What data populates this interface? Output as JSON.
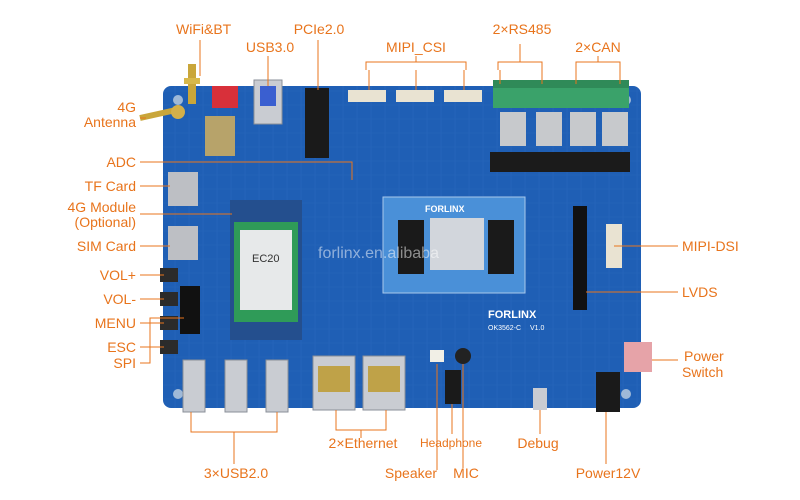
{
  "labels": {
    "wifi_bt": "WiFi&BT",
    "usb30": "USB3.0",
    "pcie20": "PCIe2.0",
    "mipi_csi": "MIPI_CSI",
    "rs485": "2×RS485",
    "can": "2×CAN",
    "antenna_line1": "4G",
    "antenna_line2": "Antenna",
    "adc": "ADC",
    "tf_card": "TF Card",
    "module_line1": "4G Module",
    "module_line2": "(Optional)",
    "sim_card": "SIM Card",
    "vol_plus": "VOL+",
    "vol_minus": "VOL-",
    "menu": "MENU",
    "esc": "ESC",
    "spi": "SPI",
    "mipi_dsi": "MIPI-DSI",
    "lvds": "LVDS",
    "power_line1": "Power",
    "power_line2": "Switch",
    "ethernet": "2×Ethernet",
    "headphone": "Headphone",
    "debug": "Debug",
    "usb20": "3×USB2.0",
    "speaker": "Speaker",
    "mic": "MIC",
    "power12v": "Power12V"
  },
  "board": {
    "brand": "FORLINX",
    "model": "OK3562-C",
    "version": "V1.0",
    "module_mark": "EC20",
    "watermark": "forlinx.en.alibaba"
  },
  "colors": {
    "label": "#e8741c",
    "leader": "#e8741c",
    "pcb": "#1f5fb5",
    "pcb_dark": "#164a93",
    "som": "#4a90d8"
  }
}
